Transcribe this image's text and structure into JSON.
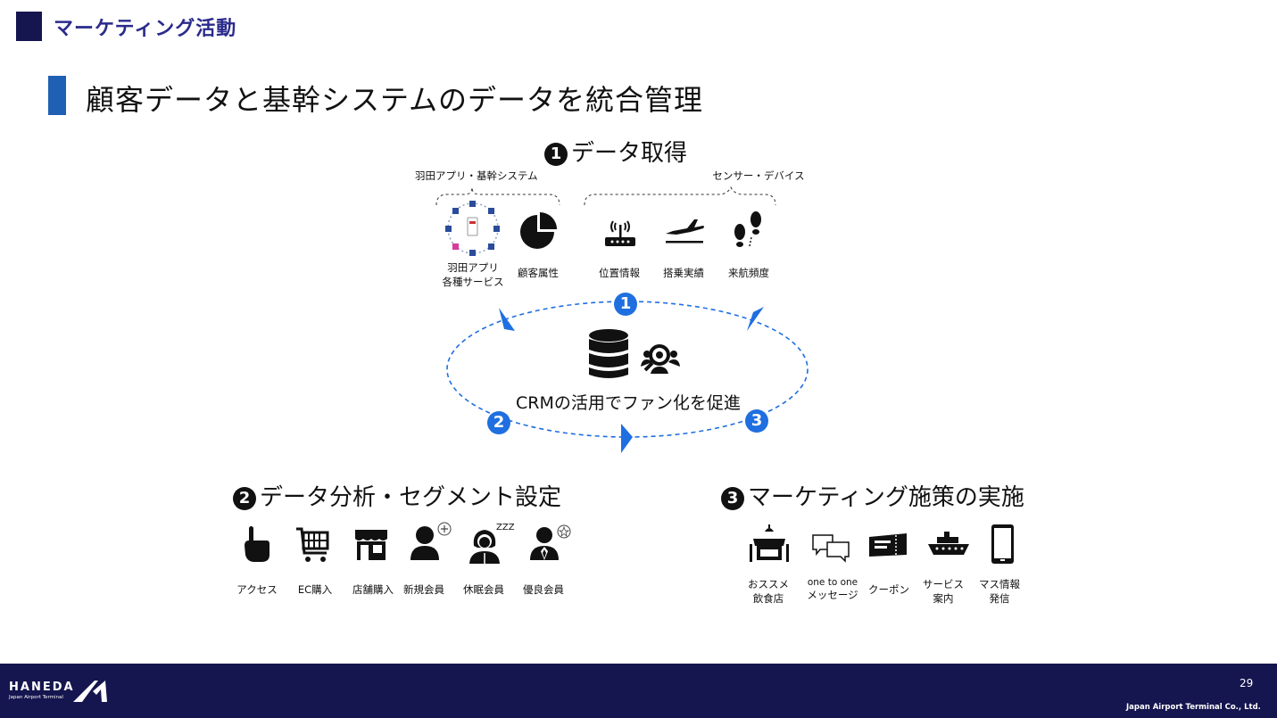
{
  "header": {
    "title": "マーケティング活動"
  },
  "subtitle": "顧客データと基幹システムのデータを統合管理",
  "section1": {
    "number": "1",
    "title": "データ取得",
    "group_left_label": "羽田アプリ・基幹システム",
    "group_right_label": "センサー・デバイス",
    "items": [
      {
        "label": "羽田アプリ",
        "label2": "各種サービス",
        "icon": "app-services-icon"
      },
      {
        "label": "顧客属性",
        "icon": "pie-chart-icon"
      },
      {
        "label": "位置情報",
        "icon": "router-icon"
      },
      {
        "label": "搭乗実績",
        "icon": "airplane-icon"
      },
      {
        "label": "来航頻度",
        "icon": "footprints-icon"
      }
    ]
  },
  "cycle": {
    "center_text": "CRMの活用でファン化を促進",
    "markers": [
      "1",
      "2",
      "3"
    ],
    "accent_color": "#1f6fe0"
  },
  "section2": {
    "number": "2",
    "title": "データ分析・セグメント設定",
    "items": [
      {
        "label": "アクセス",
        "icon": "pointing-hand-icon"
      },
      {
        "label": "EC購入",
        "icon": "shopping-cart-icon"
      },
      {
        "label": "店舗購入",
        "icon": "storefront-icon"
      },
      {
        "label": "新規会員",
        "icon": "new-member-icon"
      },
      {
        "label": "休眠会員",
        "icon": "dormant-member-icon",
        "badge": "ZZZ"
      },
      {
        "label": "優良会員",
        "icon": "premium-member-icon"
      }
    ]
  },
  "section3": {
    "number": "3",
    "title": "マーケティング施策の実施",
    "items": [
      {
        "label": "おススメ",
        "label2": "飲食店",
        "icon": "restaurant-icon"
      },
      {
        "label": "one to one",
        "label2": "メッセージ",
        "icon": "chat-bubbles-icon"
      },
      {
        "label": "クーポン",
        "icon": "coupon-icon"
      },
      {
        "label": "サービス",
        "label2": "案内",
        "icon": "ship-icon"
      },
      {
        "label": "マス情報",
        "label2": "発信",
        "icon": "smartphone-icon"
      }
    ]
  },
  "footer": {
    "logo": "HANEDA",
    "logo_sub": "Japan Airport Terminal",
    "page_number": "29",
    "company": "Japan Airport Terminal Co., Ltd.",
    "background_color": "#15154f"
  }
}
